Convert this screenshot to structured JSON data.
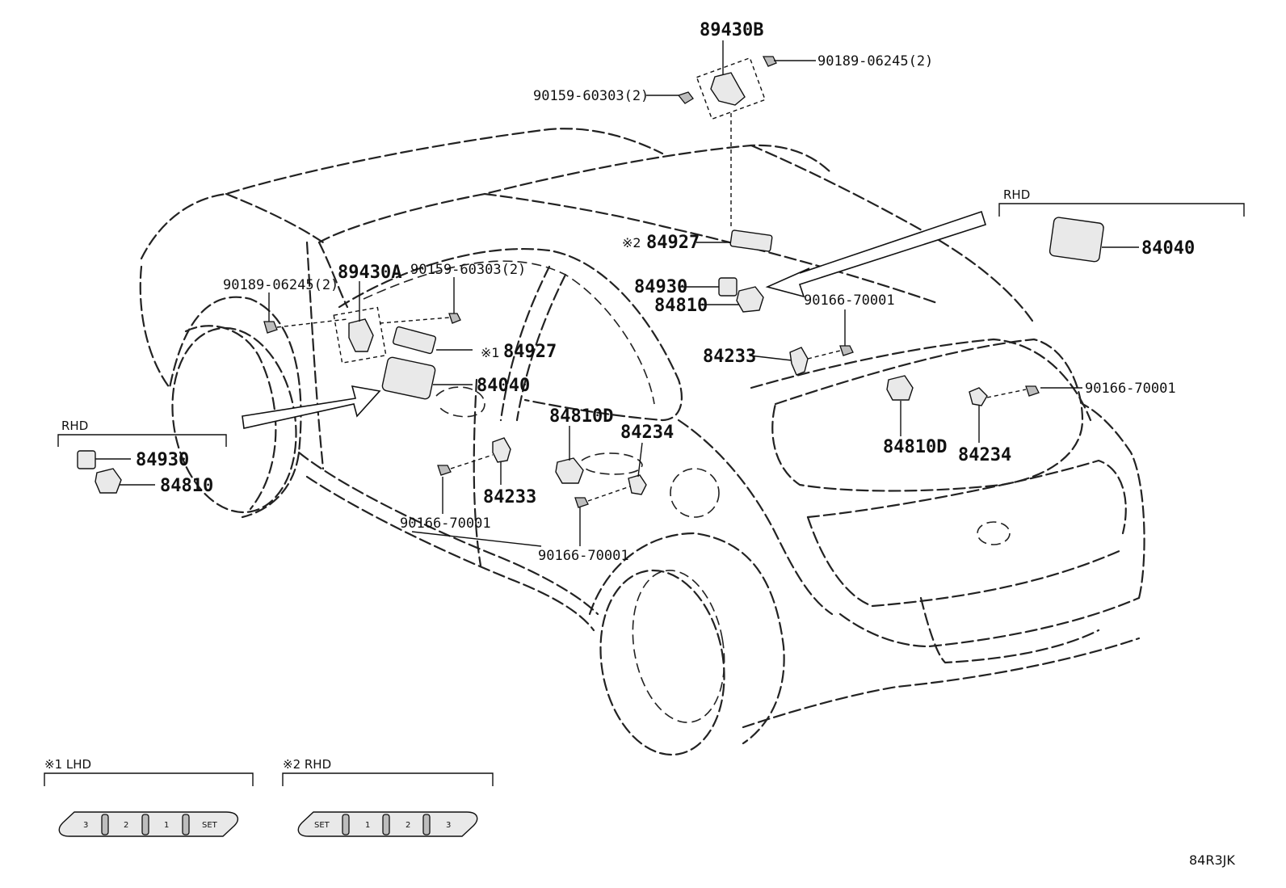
{
  "parts": {
    "p89430B": "89430B",
    "p90189_top": "90189-06245(2)",
    "p90159_top": "90159-60303(2)",
    "p84927_r_mark": "※2",
    "p84927_r": "84927",
    "p84930_c": "84930",
    "p84810_c": "84810",
    "p90166_c": "90166-70001",
    "p84233_c": "84233",
    "p90166_r": "90166-70001",
    "p84810D_r": "84810D",
    "p84234_r": "84234",
    "p84040_r": "84040",
    "p89430A": "89430A",
    "p90159_l": "90159-60303(2)",
    "p90189_l": "90189-06245(2)",
    "p84927_l_mark": "※1",
    "p84927_l": "84927",
    "p84040_l": "84040",
    "p84810D_l": "84810D",
    "p84234_l": "84234",
    "p84233_l": "84233",
    "p90166_l1": "90166-70001",
    "p90166_l2": "90166-70001",
    "p84930_rhd": "84930",
    "p84810_rhd": "84810"
  },
  "groups": {
    "rhd_right": "RHD",
    "rhd_left": "RHD",
    "legend1": "※1 LHD",
    "legend2": "※2 RHD"
  },
  "legend1_buttons": [
    "3",
    "2",
    "1",
    "SET"
  ],
  "legend2_buttons": [
    "SET",
    "1",
    "2",
    "3"
  ],
  "ref_code": "84R3JK"
}
